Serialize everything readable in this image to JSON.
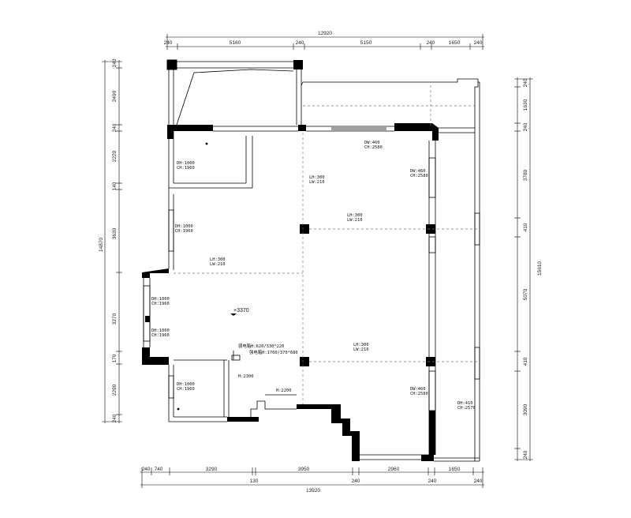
{
  "dimensions": {
    "top_total": "12920",
    "top_segments": [
      "240",
      "5160",
      "240",
      "5150",
      "240",
      "1650",
      "240"
    ],
    "bottom_total": "13920",
    "bottom_segments": [
      "240",
      "740",
      "3290",
      "130",
      "3950",
      "240",
      "2960",
      "240",
      "1650",
      "240"
    ],
    "left_total": "14870",
    "left_segments": [
      "240",
      "2490",
      "240",
      "2220",
      "140",
      "3630",
      "3270",
      "170",
      "2290",
      "240"
    ],
    "right_total": "15610",
    "right_segments": [
      "240",
      "1630",
      "240",
      "3780",
      "410",
      "5070",
      "410",
      "3090",
      "240"
    ]
  },
  "labels": {
    "win_1": "DH:1000\nCH:1960",
    "win_2": "DH:1000\nCH:1960",
    "win_3": "DH:1000\nCH:1960",
    "win_4": "DH:1000\nCH:1960",
    "win_5": "DH:1000\nCH:1960",
    "win_6": "DW:460\nCH:2580",
    "win_7": "DW:460\nCH:2580",
    "win_8": "DW:460\nCH:2580",
    "win_9": "DH:410\nCH:2570",
    "beam_1": "LH:300\nLW:210",
    "beam_2": "LH:300\nLW:210",
    "beam_3": "LH:300\nLW:210",
    "beam_4": "LH:300\nLW:210",
    "meter_box_1": "弱电箱H:620/330*220",
    "meter_box_2": "强电箱H:1760/370*680",
    "h_2300": "H:2300",
    "h_2200": "H:2200",
    "elevation": "+3370"
  },
  "colors": {
    "wall": "#000000",
    "beam_line": "#777777",
    "background": "#ffffff"
  }
}
